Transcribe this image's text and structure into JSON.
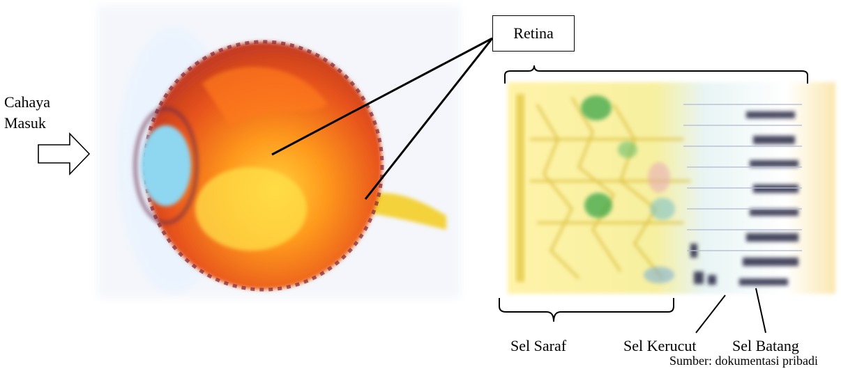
{
  "labels": {
    "light_in_line1": "Cahaya",
    "light_in_line2": "Masuk",
    "retina": "Retina",
    "nerve_cells": "Sel Saraf",
    "cone_cells": "Sel Kerucut",
    "rod_cells": "Sel Batang",
    "source": "Sumber: dokumentasi pribadi"
  }
}
